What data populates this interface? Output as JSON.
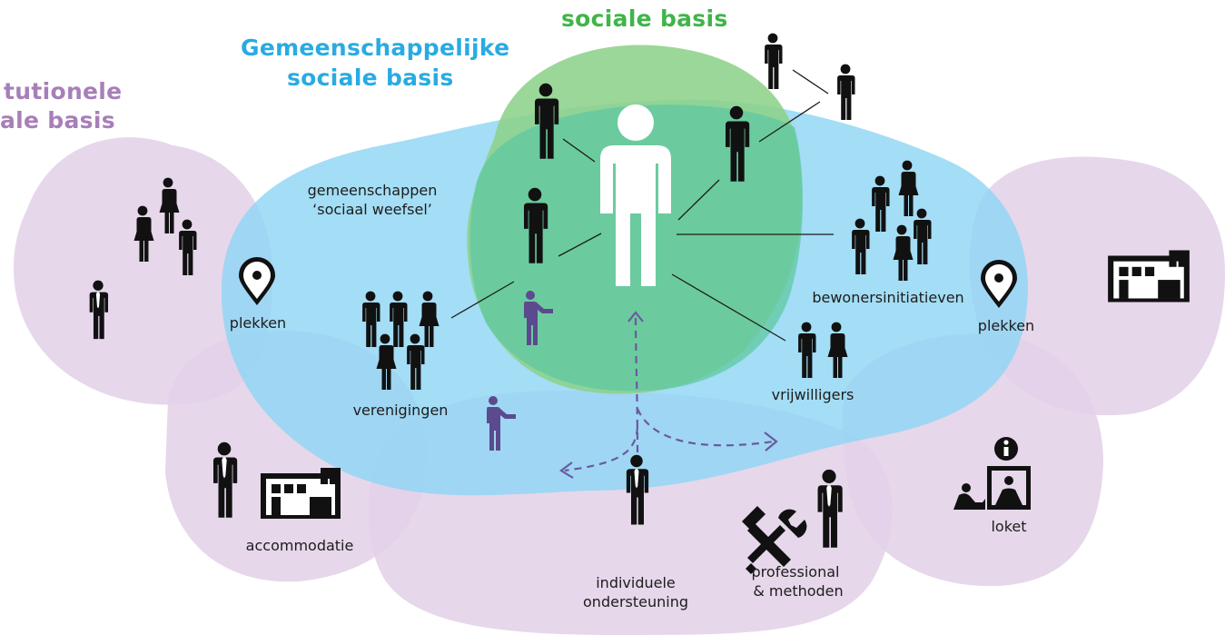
{
  "headings": {
    "personal_line2": "sociale basis",
    "community_line1": "Gemeenschappelijke",
    "community_line2": "sociale basis",
    "institutional_line1": "tutionele",
    "institutional_line2": "ale basis"
  },
  "labels": {
    "communities_line1": "gemeenschappen",
    "communities_line2": "‘sociaal weefsel’",
    "places_left": "plekken",
    "places_right": "plekken",
    "residents_initiatives": "bewonersinitiatieven",
    "associations": "verenigingen",
    "volunteers": "vrijwilligers",
    "accommodation": "accommodatie",
    "individual_support_line1": "individuele",
    "individual_support_line2": "ondersteuning",
    "professional_line1": "professional",
    "professional_line2": "& methoden",
    "counter": "loket"
  },
  "colors": {
    "personal": "#3fb54a",
    "personal_blob": "#8dd28a",
    "community": "#29abe2",
    "community_blob": "#8fd6f4",
    "institutional": "#a77fb8",
    "institutional_blob": "#e3d1e8",
    "helper": "#5b4a8e",
    "figure": "#111111"
  },
  "icons": [
    "person-icon",
    "person-with-tie-icon",
    "woman-icon",
    "building-icon",
    "location-pin-icon",
    "information-icon",
    "counter-desk-icon",
    "tools-icon",
    "dashed-arrow-icon"
  ]
}
